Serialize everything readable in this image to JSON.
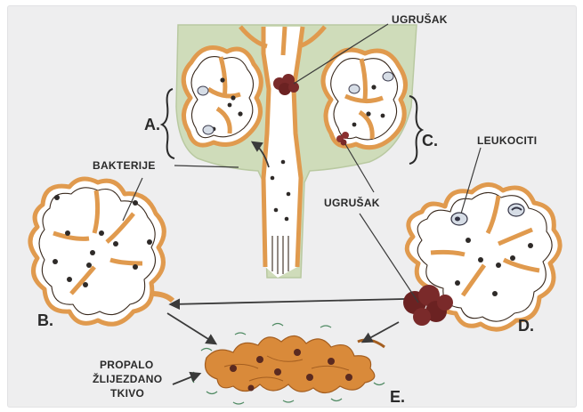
{
  "labels": {
    "clot_top": "UGRUŠAK",
    "clot_mid": "UGRUŠAK",
    "bacteria": "BAKTERIJE",
    "leukocytes": "LEUKOCITI",
    "necrotic_line1": "PROPALO",
    "necrotic_line2": "ŽLIJEZDANO",
    "necrotic_line3": "TKIVO",
    "stage_a": "A.",
    "stage_b": "B.",
    "stage_c": "C.",
    "stage_d": "D.",
    "stage_e": "E."
  },
  "colors": {
    "stroma": "#cfdcba",
    "gland_wall": "#e09a4e",
    "clot": "#7a2a2a",
    "tissue_debris": "#d98a3a"
  }
}
